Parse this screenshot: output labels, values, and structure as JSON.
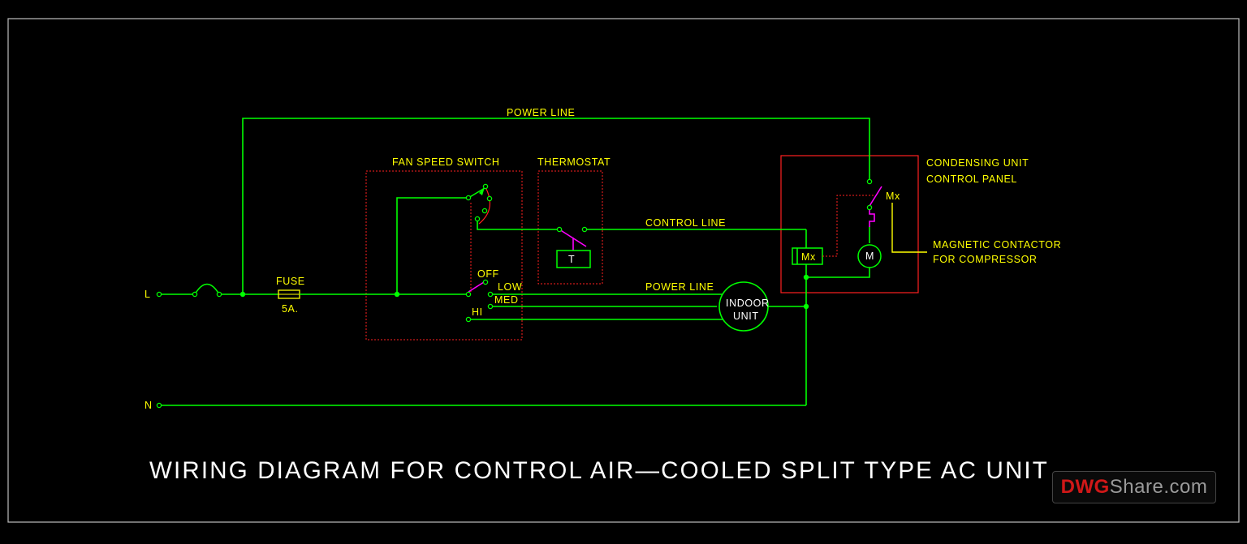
{
  "diagram": {
    "title": "WIRING DIAGRAM FOR CONTROL AIR—COOLED SPLIT TYPE AC UNIT",
    "labels": {
      "power_line_top": "POWER LINE",
      "power_line_mid": "POWER LINE",
      "control_line": "CONTROL LINE",
      "fan_speed_switch": "FAN SPEED SWITCH",
      "thermostat": "THERMOSTAT",
      "thermostat_symbol": "T",
      "condensing_unit_1": "CONDENSING UNIT",
      "condensing_unit_2": "CONTROL PANEL",
      "magnetic_contactor_1": "MAGNETIC CONTACTOR",
      "magnetic_contactor_2": "FOR COMPRESSOR",
      "fuse": "FUSE",
      "fuse_rating": "5A.",
      "terminal_l": "L",
      "terminal_n": "N",
      "off": "OFF",
      "low": "LOW",
      "med": "MED",
      "hi": "HI",
      "indoor_unit_1": "INDOOR",
      "indoor_unit_2": "UNIT",
      "mx_coil": "Mx",
      "mx_contact": "Mx",
      "motor": "M"
    },
    "colors": {
      "wire": "#00ff00",
      "text": "#ffff00",
      "panel_border": "#ff2020",
      "switch_blade": "#ff00ff",
      "background": "#000000"
    }
  },
  "brand": {
    "part1": "DWG",
    "part2": "Share.com"
  }
}
